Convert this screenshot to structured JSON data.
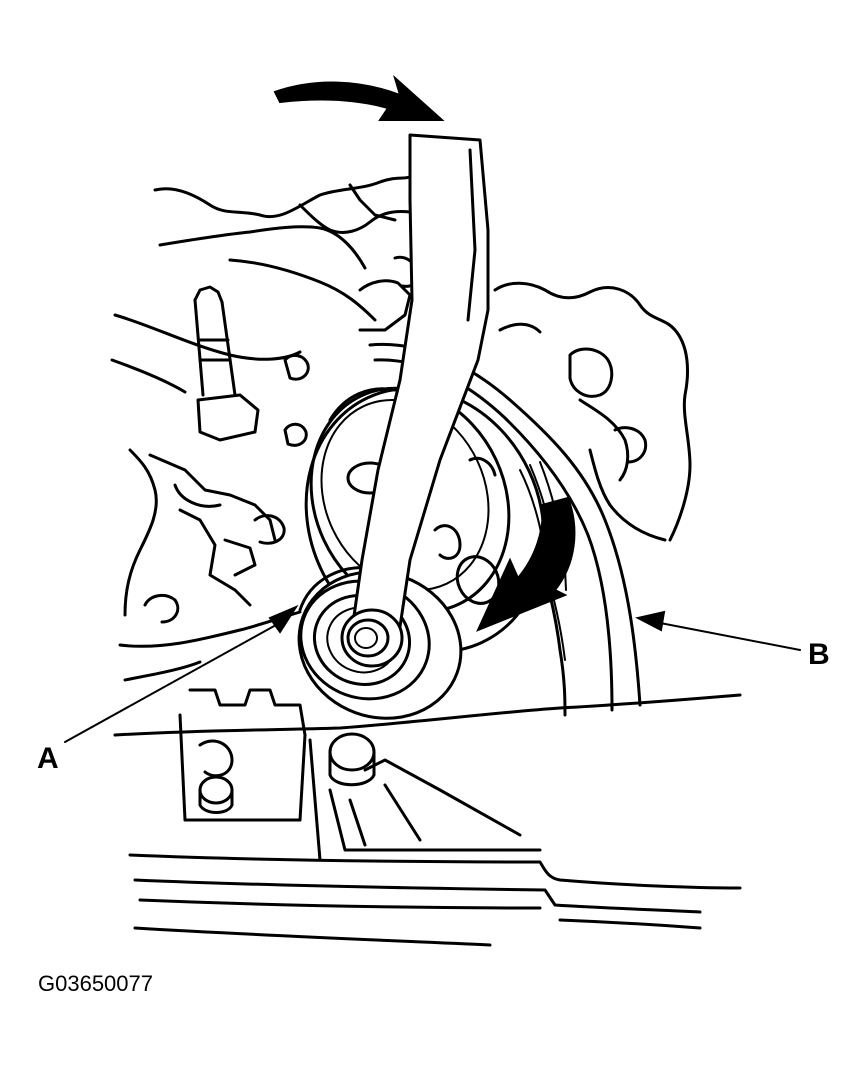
{
  "figure": {
    "id_text": "G03650077"
  },
  "callouts": {
    "a": {
      "label": "A"
    },
    "b": {
      "label": "B"
    }
  },
  "colors": {
    "line": "#000000",
    "background": "#ffffff"
  },
  "icons": {
    "top_arrow": "curved-arrow-icon",
    "pulley_arrow": "curved-arrow-icon"
  }
}
